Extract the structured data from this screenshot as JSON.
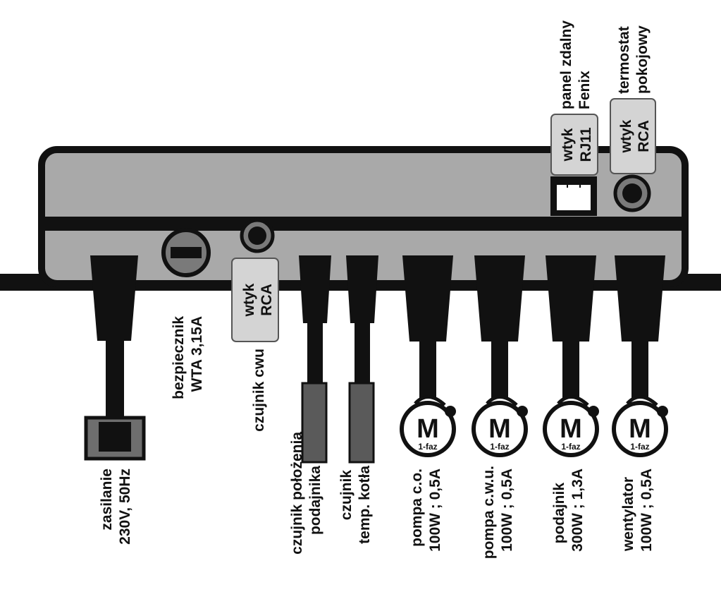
{
  "labels": {
    "zasilanie": [
      "zasilanie",
      "230V, 50Hz"
    ],
    "bezpiecznik": [
      "bezpiecznik",
      "WTA 3,15A"
    ],
    "czujnik_cwu": [
      "czujnik cwu"
    ],
    "czujnik_podajnika": [
      "czujnik położenia",
      "podajnika"
    ],
    "czujnik_kotla": [
      "czujnik",
      "temp. kotła"
    ],
    "pompa_co": [
      "pompa c.o.",
      "100W ; 0,5A"
    ],
    "pompa_cwu": [
      "pompa c.w.u.",
      "100W ; 0,5A"
    ],
    "podajnik": [
      "podajnik",
      "300W ; 1,3A"
    ],
    "wentylator": [
      "wentylator",
      "100W ; 0,5A"
    ],
    "panel_zdalny": [
      "panel zdalny",
      "Fenix"
    ],
    "termostat": [
      "termostat",
      "pokojowy"
    ]
  },
  "plugs": {
    "rca_bottom": [
      "wtyk",
      "RCA"
    ],
    "rj11": [
      "wtyk",
      "RJ11"
    ],
    "rca_top": [
      "wtyk",
      "RCA"
    ]
  },
  "motor": {
    "letter": "M",
    "phase": "1-faz"
  },
  "colors": {
    "housing": "#a9a9a9",
    "outline": "#111111",
    "label_box": "#d4d4d4",
    "sensor_tube": "#5a5a5a",
    "plug_body": "#6e6e6e"
  }
}
